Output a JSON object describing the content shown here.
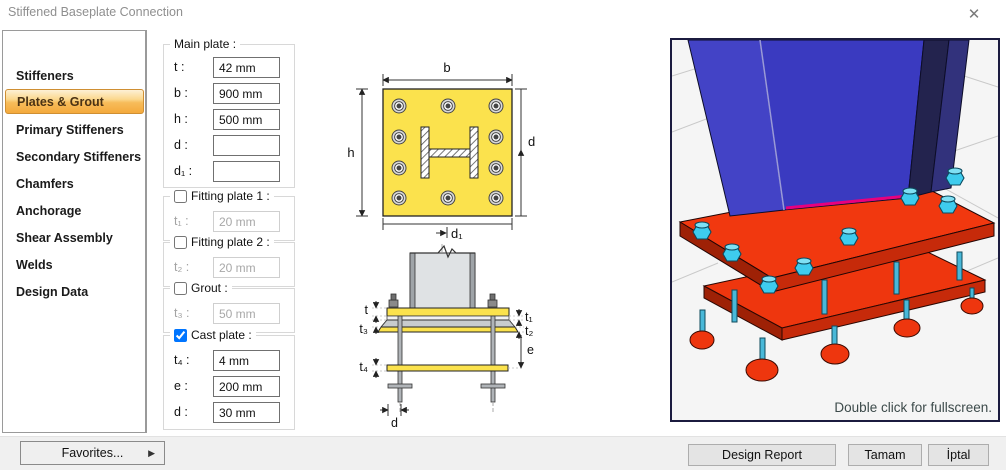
{
  "window": {
    "title": "Stiffened Baseplate Connection",
    "close_glyph": "✕"
  },
  "colors": {
    "accent_orange": "#F4A93C",
    "plate_yellow": "#FBE24D",
    "column_blue": "#3A3AC0",
    "base_red": "#F1380F",
    "bolt_cyan": "#3ECCEE",
    "weld_magenta": "#E8007E"
  },
  "sidebar": {
    "selected_index": 1,
    "items": [
      {
        "label": "Stiffeners"
      },
      {
        "label": "Plates & Grout"
      },
      {
        "label": "Primary Stiffeners"
      },
      {
        "label": "Secondary Stiffeners"
      },
      {
        "label": "Chamfers"
      },
      {
        "label": "Anchorage"
      },
      {
        "label": "Shear Assembly"
      },
      {
        "label": "Welds"
      },
      {
        "label": "Design Data"
      }
    ]
  },
  "form": {
    "main_plate": {
      "title": "Main plate :",
      "rows": [
        {
          "label": "t :",
          "value": "42 mm"
        },
        {
          "label": "b :",
          "value": "900 mm"
        },
        {
          "label": "h :",
          "value": "500 mm"
        },
        {
          "label": "d :",
          "value": ""
        },
        {
          "label": "d₁ :",
          "value": ""
        }
      ]
    },
    "fitting_plate_1": {
      "title": "Fitting plate 1 :",
      "checked": false,
      "row": {
        "label": "t₁ :",
        "value": "20 mm"
      }
    },
    "fitting_plate_2": {
      "title": "Fitting plate 2 :",
      "checked": false,
      "row": {
        "label": "t₂ :",
        "value": "20 mm"
      }
    },
    "grout": {
      "title": "Grout :",
      "checked": false,
      "row": {
        "label": "t₃ :",
        "value": "50 mm"
      }
    },
    "cast_plate": {
      "title": "Cast plate :",
      "checked": true,
      "checked_attr": "checked",
      "rows": [
        {
          "label": "t₄ :",
          "value": "4 mm"
        },
        {
          "label": "e :",
          "value": "200 mm"
        },
        {
          "label": "d :",
          "value": "30 mm"
        }
      ]
    }
  },
  "diagram": {
    "top_view": {
      "dim_b": "b",
      "dim_h": "h",
      "dim_d": "d",
      "dim_d1": "d₁"
    },
    "side_view": {
      "dim_t": "t",
      "dim_t1": "t₁",
      "dim_t2": "t₂",
      "dim_t3": "t₃",
      "dim_t4": "t₄",
      "dim_e": "e",
      "dim_d": "d"
    }
  },
  "viewport3d": {
    "hint": "Double click for fullscreen."
  },
  "footer": {
    "favorites_label": "Favorites...",
    "favorites_arrow": "▶",
    "design_report": "Design Report",
    "ok": "Tamam",
    "cancel": "İptal"
  }
}
